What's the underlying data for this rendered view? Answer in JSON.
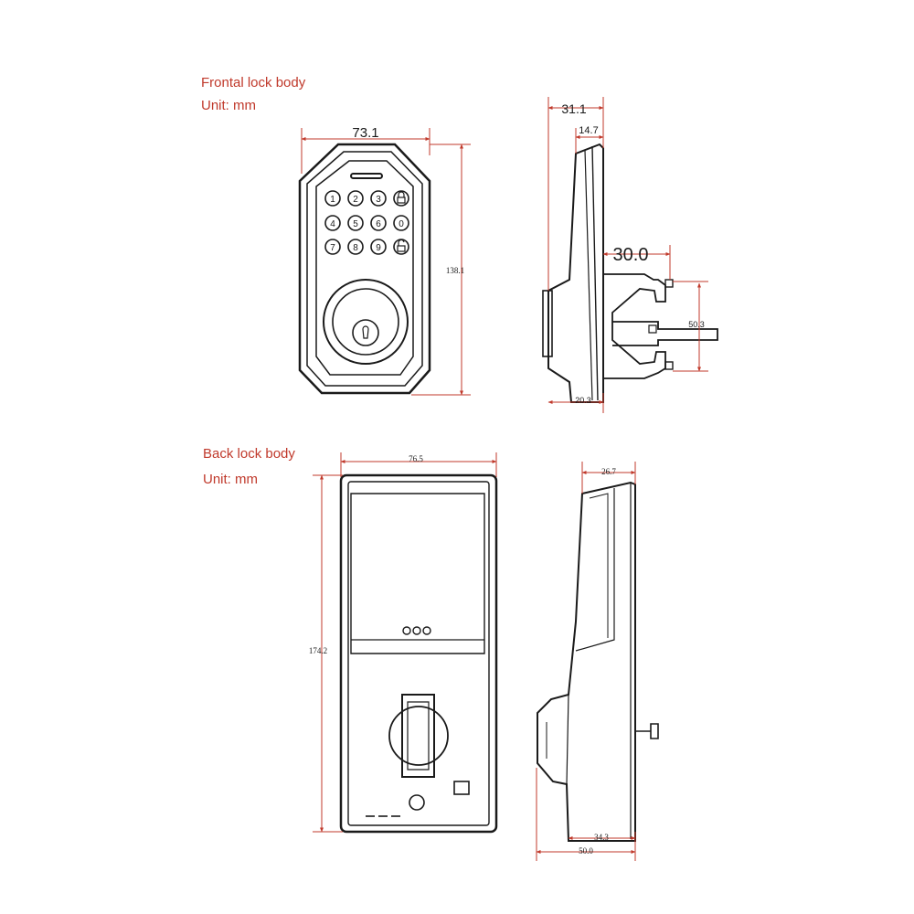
{
  "front_section": {
    "title": "Frontal lock body",
    "unit": "Unit: mm"
  },
  "back_section": {
    "title": "Back lock body",
    "unit": "Unit: mm"
  },
  "keypad": {
    "keys": [
      "1",
      "2",
      "3",
      "",
      "4",
      "5",
      "6",
      "0",
      "7",
      "8",
      "9",
      ""
    ]
  },
  "front_dims": {
    "width": "73.1",
    "height": "138.1",
    "depth": "31.1",
    "inner_depth": "14.7",
    "bolt": "30.0",
    "backset": "50.3",
    "thickness": "20.3"
  },
  "back_dims": {
    "width": "76.5",
    "height": "174.2",
    "top_depth": "26.7",
    "bottom_depth": "34.3",
    "total_depth": "50.0"
  },
  "colors": {
    "label": "#c0392b",
    "line": "#1a1a1a",
    "dim": "#c0392b"
  }
}
